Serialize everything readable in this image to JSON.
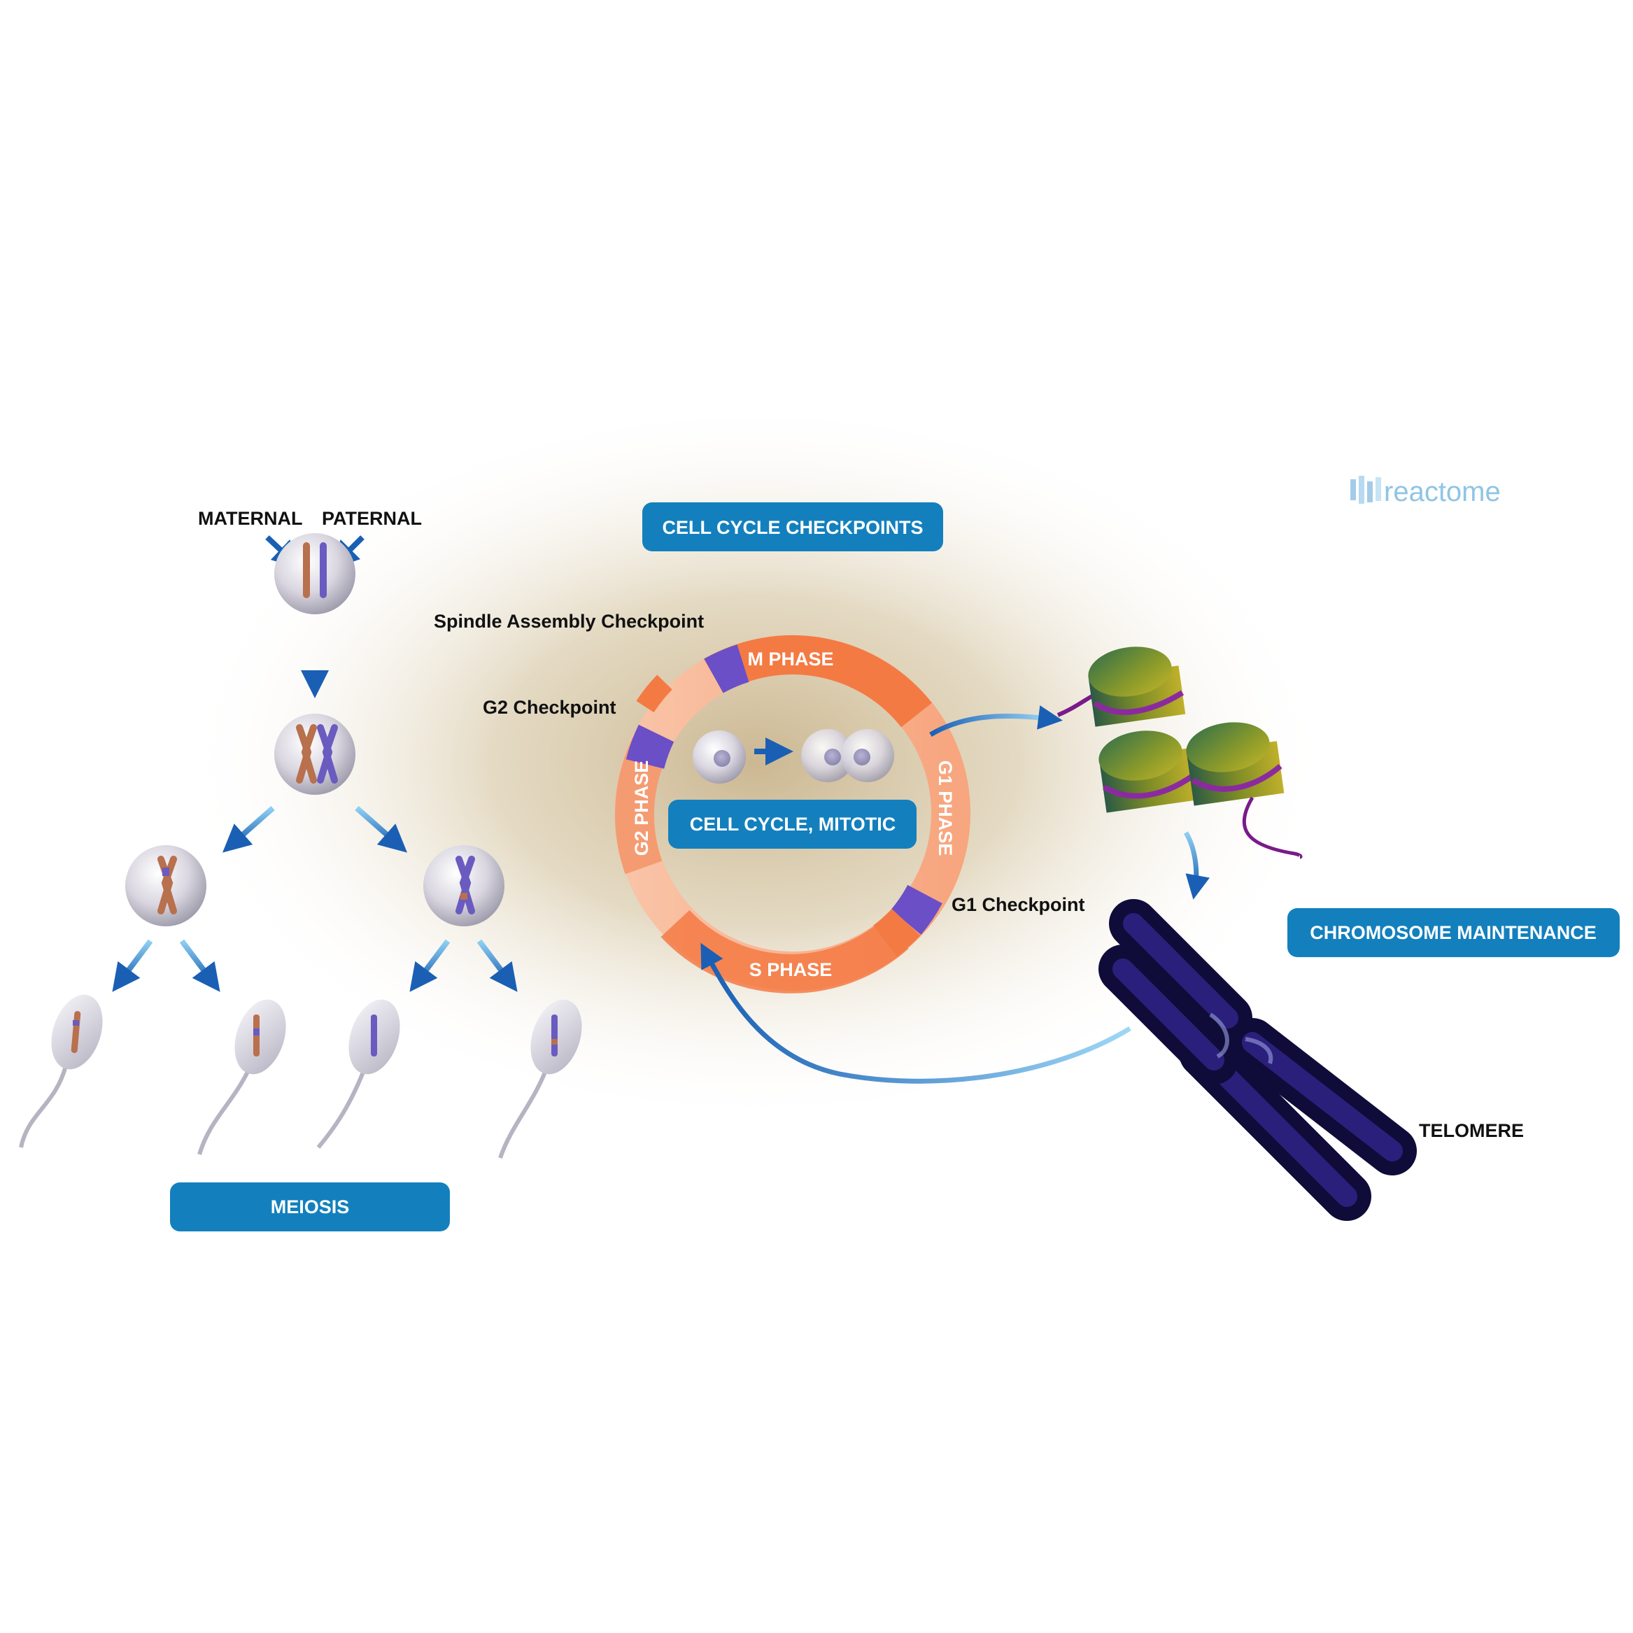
{
  "logo": {
    "text": "reactome"
  },
  "meiosis": {
    "maternal": "MATERNAL",
    "paternal": "PATERNAL",
    "button": "MEIOSIS"
  },
  "cycle": {
    "checkpoints_button": "CELL CYCLE CHECKPOINTS",
    "mitotic_button": "CELL CYCLE, MITOTIC",
    "m_phase": "M PHASE",
    "g1_phase": "G1 PHASE",
    "s_phase": "S PHASE",
    "g2_phase": "G2 PHASE",
    "spindle_checkpoint": "Spindle Assembly Checkpoint",
    "g2_checkpoint": "G2 Checkpoint",
    "g1_checkpoint": "G1 Checkpoint"
  },
  "chromosome": {
    "button": "CHROMOSOME MAINTENANCE",
    "telomere": "TELOMERE"
  },
  "colors": {
    "button_blue": "#1380bd",
    "phase_orange": "#f47a44",
    "checkpoint_purple": "#6b4fc6",
    "arrow_blue": "#1a5fb4"
  }
}
